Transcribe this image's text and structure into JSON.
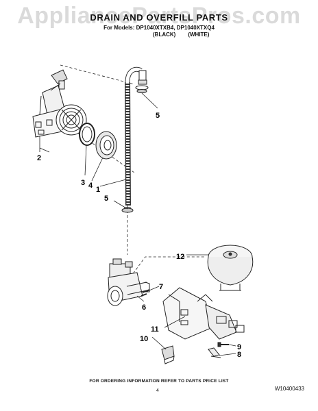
{
  "watermark": "AppliancePartsPros.com",
  "header": {
    "title": "DRAIN AND OVERFILL PARTS",
    "models": "For Models: DP1040XTXB4, DP1040XTXQ4",
    "color_black": "(BLACK)",
    "color_white": "(WHITE)"
  },
  "callouts": {
    "c1": "1",
    "c2": "2",
    "c3": "3",
    "c4": "4",
    "c5a": "5",
    "c5b": "5",
    "c6": "6",
    "c7": "7",
    "c8": "8",
    "c9": "9",
    "c10": "10",
    "c11": "11",
    "c12": "12"
  },
  "footer": {
    "note": "FOR ORDERING INFORMATION REFER TO PARTS PRICE LIST",
    "page": "4",
    "doc_number": "W10400433"
  }
}
